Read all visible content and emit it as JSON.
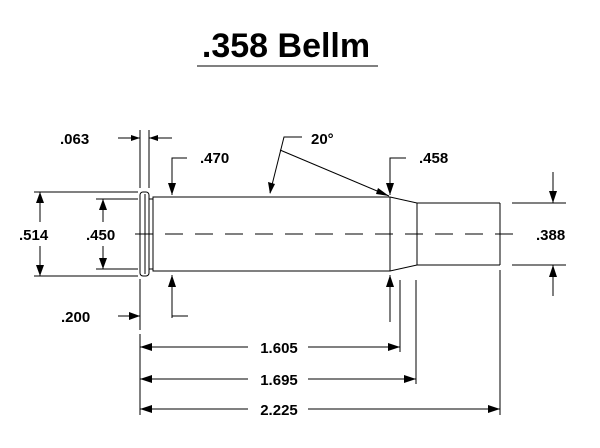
{
  "title": ".358 Bellm",
  "dimensions": {
    "rim_thickness": ".063",
    "base_diameter": ".470",
    "shoulder_angle": "20°",
    "shoulder_diameter": ".458",
    "rim_diameter": ".514",
    "extractor_groove_diameter": ".450",
    "neck_diameter": ".388",
    "extractor_groove_length": ".200",
    "length_to_shoulder": "1.605",
    "length_to_neck": "1.695",
    "overall_length": "2.225"
  }
}
